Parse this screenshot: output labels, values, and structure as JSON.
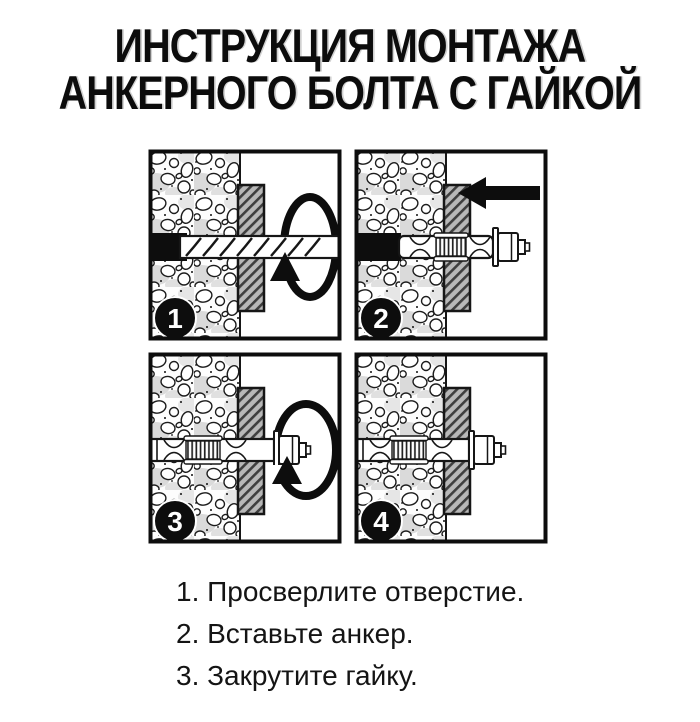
{
  "title": {
    "line1": "ИНСТРУКЦИЯ МОНТАЖА",
    "line2": "АНКЕРНОГО БОЛТА С ГАЙКОЙ"
  },
  "panels": [
    {
      "step": "1"
    },
    {
      "step": "2"
    },
    {
      "step": "3"
    },
    {
      "step": "4"
    }
  ],
  "instructions": [
    "1. Просверлите отверстие.",
    "2. Вставьте анкер.",
    "3. Закрутите гайку."
  ],
  "colors": {
    "ink": "#111111",
    "plate_fill": "#b8b8b8",
    "hatch_line": "#3f3f3f",
    "concrete_bg": "#fdfdfd",
    "badge_fill": "#0d0d0d"
  }
}
